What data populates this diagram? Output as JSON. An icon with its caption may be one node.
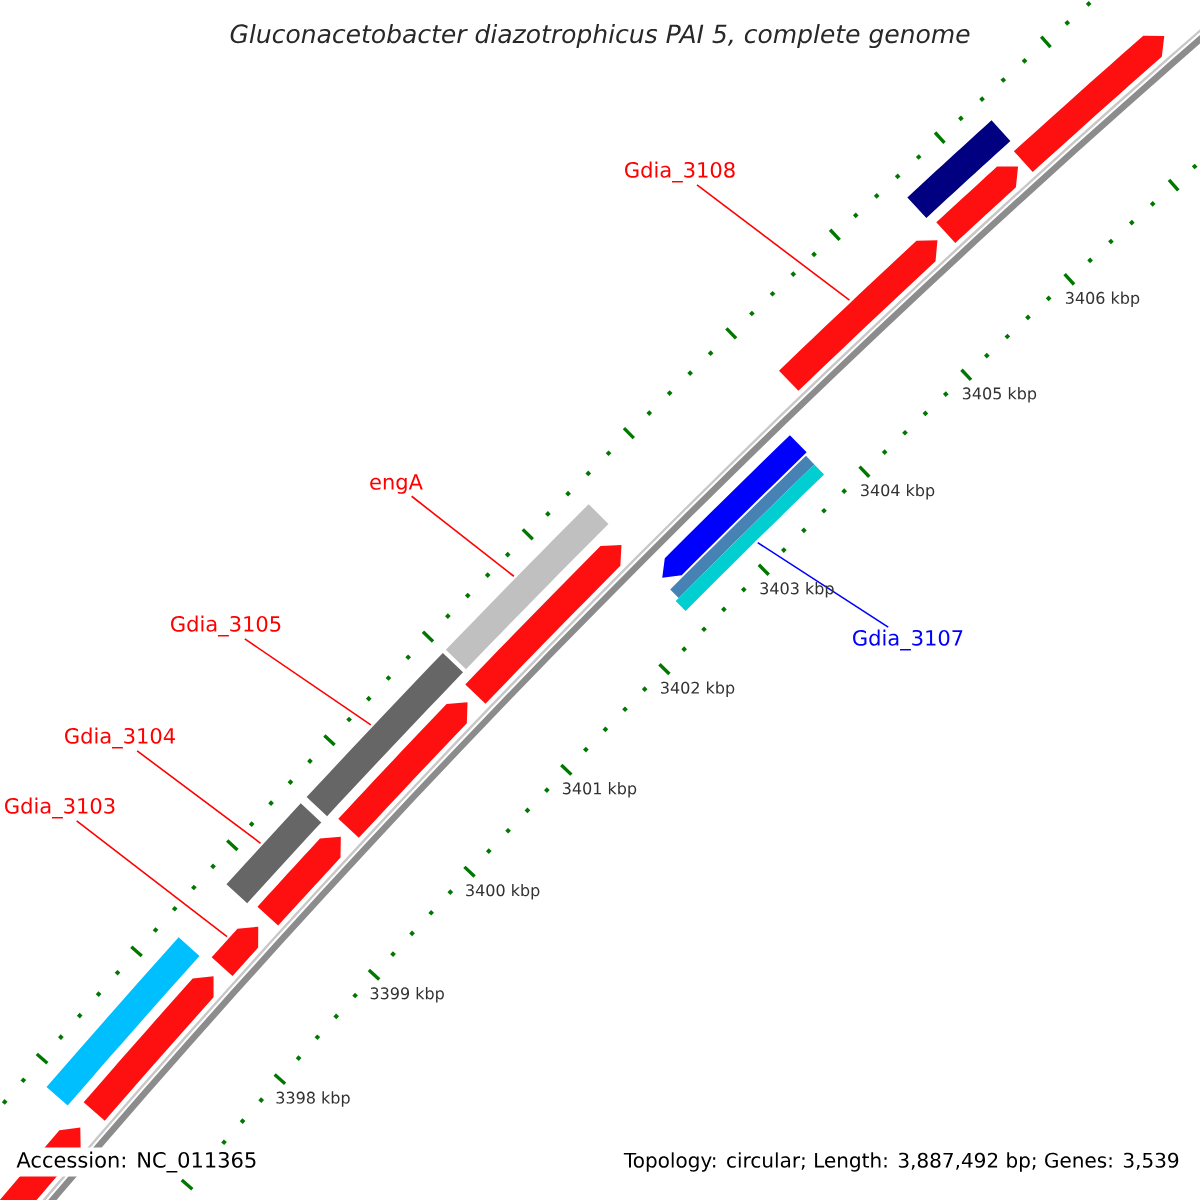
{
  "diagram": {
    "title": "Gluconacetobacter diazotrophicus PAI 5, complete genome",
    "nodes": [
      {
        "text": [
          "Gdia_3108"
        ]
      },
      {
        "text": [
          "engA"
        ]
      },
      {
        "text": [
          "Gdia_3105"
        ]
      },
      {
        "text": [
          "Gdia_3107"
        ]
      },
      {
        "text": [
          "Gdia_3104"
        ]
      },
      {
        "text": [
          "Gdia_3103"
        ]
      },
      {
        "text": [],
        "shape": "pentagon"
      },
      {
        "text": [],
        "shape": "bar"
      },
      {
        "text": [],
        "shape": "pentagon"
      },
      {
        "text": [],
        "shape": "pentagon"
      },
      {
        "text": [],
        "shape": "bar"
      },
      {
        "text": [],
        "shape": "pentagon"
      },
      {
        "text": [],
        "shape": "bar"
      },
      {
        "text": [],
        "shape": "pentagon"
      },
      {
        "text": [],
        "shape": "bar"
      },
      {
        "text": [],
        "shape": "pentagon"
      },
      {
        "text": [],
        "shape": "pentagon"
      },
      {
        "text": [],
        "shape": "bar"
      },
      {
        "text": [],
        "shape": "bar"
      },
      {
        "text": [],
        "shape": "pentagon"
      },
      {
        "text": [],
        "shape": "bar"
      },
      {
        "text": [],
        "shape": "pentagon"
      },
      {
        "text": [],
        "shape": "pentagon"
      }
    ],
    "edges": [
      {
        "from": 0,
        "to": 19,
        "arrow": "none"
      },
      {
        "from": 1,
        "to": 14,
        "arrow": "none"
      },
      {
        "from": 2,
        "to": 12,
        "arrow": "none"
      },
      {
        "from": 3,
        "to": 18,
        "arrow": "none",
        "color": "#0000ff"
      },
      {
        "from": 4,
        "to": 10,
        "arrow": "none"
      },
      {
        "from": 5,
        "to": 9,
        "arrow": "none"
      }
    ],
    "labels": [
      "3398 kbp",
      "3399 kbp",
      "3400 kbp",
      "3401 kbp",
      "3402 kbp",
      "3403 kbp",
      "3404 kbp",
      "3405 kbp",
      "3406 kbp",
      "Accession: NC_011365",
      "Topology: circular; Length: 3,887,492 bp; Genes: 3,539"
    ]
  }
}
